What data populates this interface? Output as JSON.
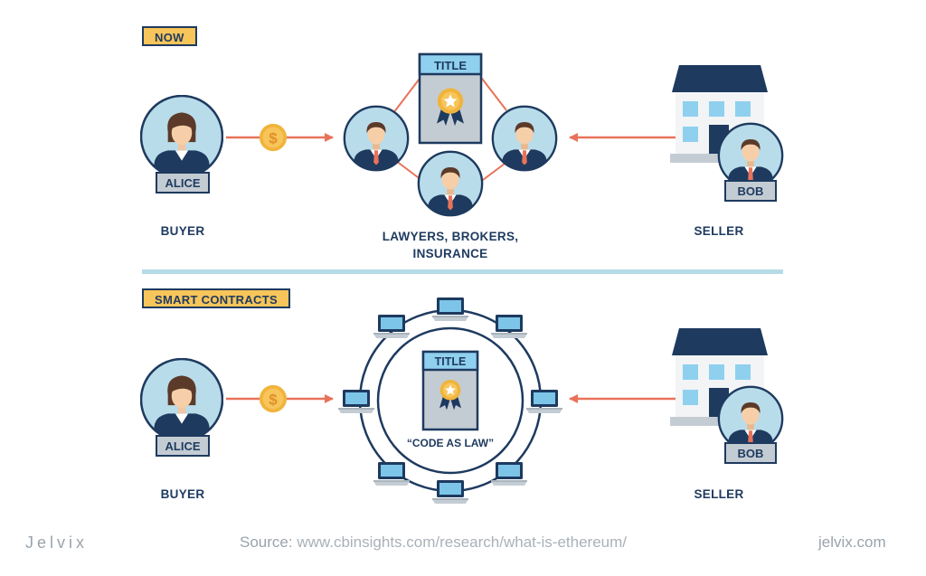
{
  "sections": {
    "now": {
      "label": "NOW"
    },
    "smart": {
      "label": "SMART CONTRACTS"
    }
  },
  "labels": {
    "buyer_top": "BUYER",
    "intermediaries": [
      "LAWYERS, BROKERS,",
      "INSURANCE"
    ],
    "seller_top": "SELLER",
    "buyer_bottom": "BUYER",
    "seller_bottom": "SELLER"
  },
  "names": {
    "buyer": "ALICE",
    "seller": "BOB"
  },
  "title_doc": "TITLE",
  "code_as_law": "“CODE AS LAW”",
  "currency_symbol": "$",
  "footer": {
    "brand": "Jelvix",
    "source_prefix": "Source:",
    "source_url": "www.cbinsights.com/research/what-is-ethereum/",
    "site": "jelvix.com"
  },
  "colors": {
    "navy": "#1e3a5f",
    "yellow": "#f7c55a",
    "circle": "#b9dcea",
    "arrow": "#e8735a",
    "divider": "#b5dbe6"
  }
}
